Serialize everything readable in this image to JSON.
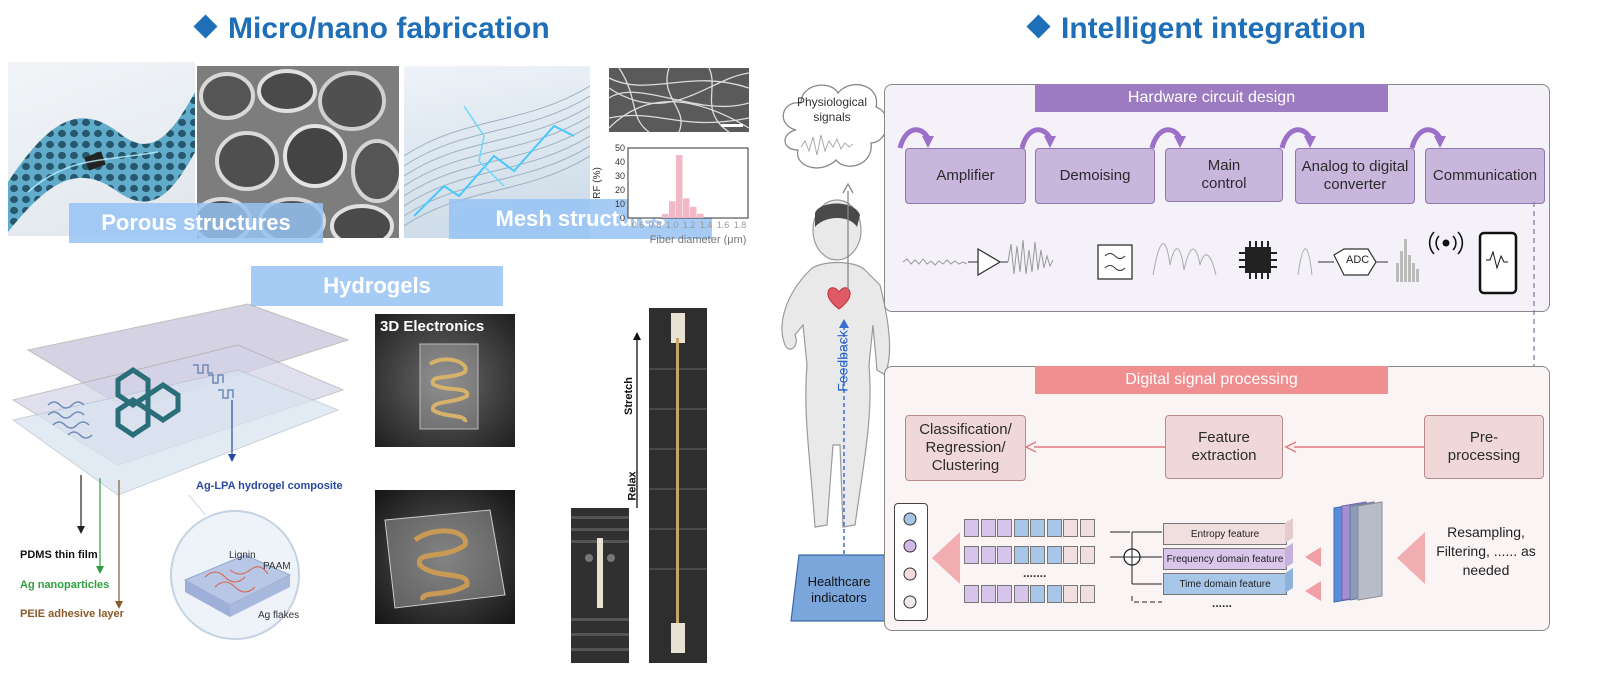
{
  "left_title": "Micro/nano fabrication",
  "right_title": "Intelligent integration",
  "porous_label": "Porous structures",
  "mesh_label": "Mesh structures",
  "hydrogels_label": "Hydrogels",
  "electronics_label": "3D Electronics",
  "histogram": {
    "ylabel": "RF (%)",
    "xlabel": "Fiber diameter (μm)",
    "yticks": [
      "50",
      "40",
      "30",
      "20",
      "10",
      "0"
    ],
    "xticks": [
      "0.6",
      "0.8",
      "1.0",
      "1.2",
      "1.4",
      "1.6",
      "1.8"
    ],
    "values": [
      3,
      12,
      45,
      14,
      8,
      3
    ]
  },
  "layers": {
    "pdms": "PDMS thin film",
    "ag_np": "Ag nanoparticles",
    "peie": "PEIE adhesive layer",
    "composite": "Ag-LPA hydrogel composite",
    "lignin": "Lignin",
    "paam": "PAAM",
    "ag_flakes": "Ag flakes"
  },
  "stretch_label": "Stretch",
  "relax_label": "Relax",
  "physio_signals": "Physiological signals",
  "feedback_label": "Feedback",
  "healthcare": "Healthcare indicators",
  "hardware_title": "Hardware circuit design",
  "hardware_steps": [
    "Amplifier",
    "Demoising",
    "Main control",
    "Analog to digital converter",
    "Communication"
  ],
  "adc_text": "ADC",
  "dsp_title": "Digital signal processing",
  "dsp_steps": {
    "classify": "Classification/ Regression/ Clustering",
    "feature": "Feature extraction",
    "pre": "Pre- processing"
  },
  "features": [
    "Entropy feature",
    "Frequency domain feature",
    "Time domain feature"
  ],
  "ellipsis_short": "......",
  "ellipsis_row": ".......",
  "resampling": "Resampling, Filtering, ...... as needed"
}
